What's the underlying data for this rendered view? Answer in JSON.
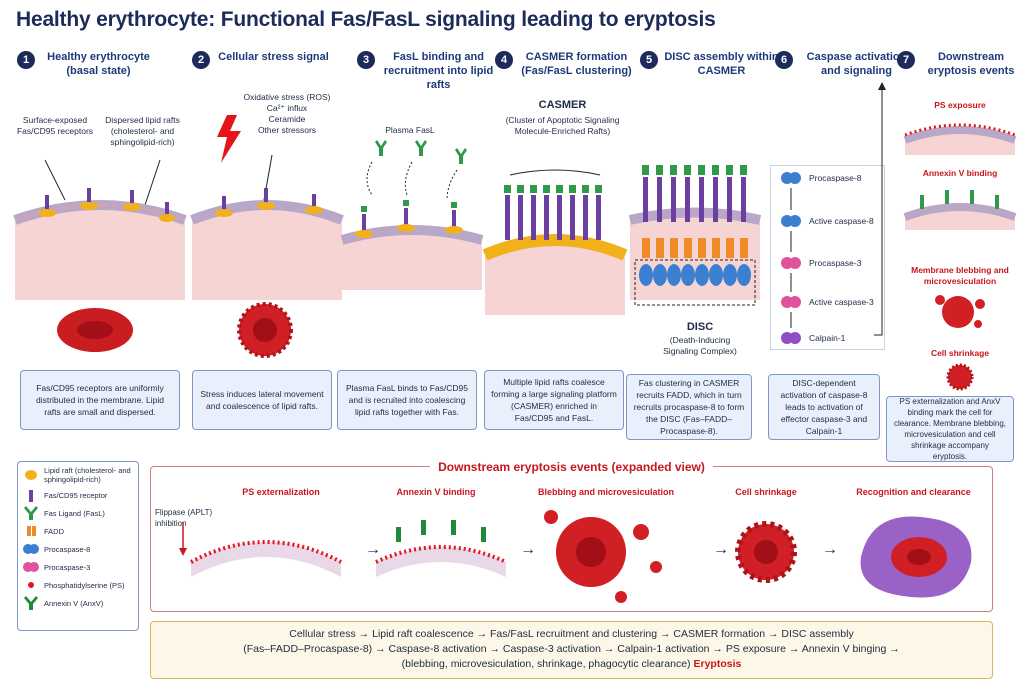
{
  "title": "Healthy erythrocyte: Functional Fas/FasL signaling leading to eryptosis",
  "steps": [
    {
      "num": "1",
      "title": "Healthy erythrocyte (basal state)",
      "caption": "Fas/CD95 receptors are uniformly distributed in the membrane. Lipid rafts are small and dispersed."
    },
    {
      "num": "2",
      "title": "Cellular stress signal",
      "caption": "Stress induces lateral movement and coalescence of lipid rafts."
    },
    {
      "num": "3",
      "title": "FasL binding and recruitment into lipid rafts",
      "caption": "Plasma FasL binds to Fas/CD95 and is recruited into coalescing lipid rafts together with Fas."
    },
    {
      "num": "4",
      "title": "CASMER formation (Fas/FasL clustering)",
      "caption": "Multiple lipid rafts coalesce forming a large signaling platform (CASMER) enriched in Fas/CD95 and FasL."
    },
    {
      "num": "5",
      "title": "DISC assembly within CASMER",
      "caption": "Fas clustering in CASMER recruits FADD, which in turn recruits procaspase-8 to form the DISC (Fas–FADD–Procaspase-8)."
    },
    {
      "num": "6",
      "title": "Caspase activation and signaling",
      "caption": "DISC-dependent activation of caspase-8 leads to activation of effector caspase-3 and Calpain-1"
    },
    {
      "num": "7",
      "title": "Downstream eryptosis events",
      "caption": "PS externalization and AnxV binding mark the cell for clearance. Membrane blebbing, microvesiculation and cell shrinkage accompany eryptosis."
    }
  ],
  "labels": {
    "surface_fas": "Surface-exposed Fas/CD95 receptors",
    "dispersed_rafts": "Dispersed lipid rafts (cholesterol- and sphingolipid-rich)",
    "stressors": [
      "Oxidative stress (ROS)",
      "Ca²⁺ influx",
      "Ceramide",
      "Other stressors"
    ],
    "plasma_fasl": "Plasma FasL",
    "casmer_title": "CASMER",
    "casmer_desc": "(Cluster of Apoptotic Signaling Molecule-Enriched Rafts)",
    "disc_title": "DISC",
    "disc_desc": "(Death-Inducing Signaling Complex)",
    "cascade": [
      "Procaspase-8",
      "Active caspase-8",
      "Procaspase-3",
      "Active caspase-3",
      "Calpain-1"
    ],
    "events": [
      "PS exposure",
      "Annexin V binding",
      "Membrane blebbing and microvesiculation",
      "Cell shrinkage"
    ]
  },
  "legend": [
    {
      "icon": "lipid-raft-icon",
      "label": "Lipid raft (cholesterol- and sphingolipid-rich)"
    },
    {
      "icon": "fas-receptor-icon",
      "label": "Fas/CD95 receptor"
    },
    {
      "icon": "fas-ligand-icon",
      "label": "Fas Ligand (FasL)"
    },
    {
      "icon": "fadd-icon",
      "label": "FADD"
    },
    {
      "icon": "procaspase-8-icon",
      "label": "Procaspase-8"
    },
    {
      "icon": "procaspase-3-icon",
      "label": "Procaspase-3"
    },
    {
      "icon": "phosphatidylserine-icon",
      "label": "Phosphatidylserine (PS)"
    },
    {
      "icon": "annexin-v-icon",
      "label": "Annexin V (AnxV)"
    }
  ],
  "expanded": {
    "title": "Downstream eryptosis events (expanded view)",
    "flippase": "Flippase (APLT) inhibition",
    "stages": [
      "PS externalization",
      "Annexin V binding",
      "Blebbing and microvesiculation",
      "Cell shrinkage",
      "Recognition and clearance"
    ]
  },
  "summary": {
    "line1": "Cellular stress → Lipid raft coalescence → Fas/FasL recruitment and clustering → CASMER formation → DISC assembly",
    "line2": "(Fas–FADD–Procaspase-8) → Caspase-8 activation → Caspase-3 activation → Calpain-1 activation → PS exposure → Annexin V binging →",
    "line3": "(blebbing, microvesiculation, shrinkage, phagocytic clearance)",
    "eryptosis": "Eryptosis"
  },
  "colors": {
    "navy": "#1c2b5a",
    "red": "#c8161d",
    "raft": "#f2b11b",
    "receptor": "#6a3fa0",
    "ligand": "#2e9a4a",
    "fadd": "#f08a24",
    "casp8": "#3b7fd0",
    "casp3": "#e0529c"
  }
}
